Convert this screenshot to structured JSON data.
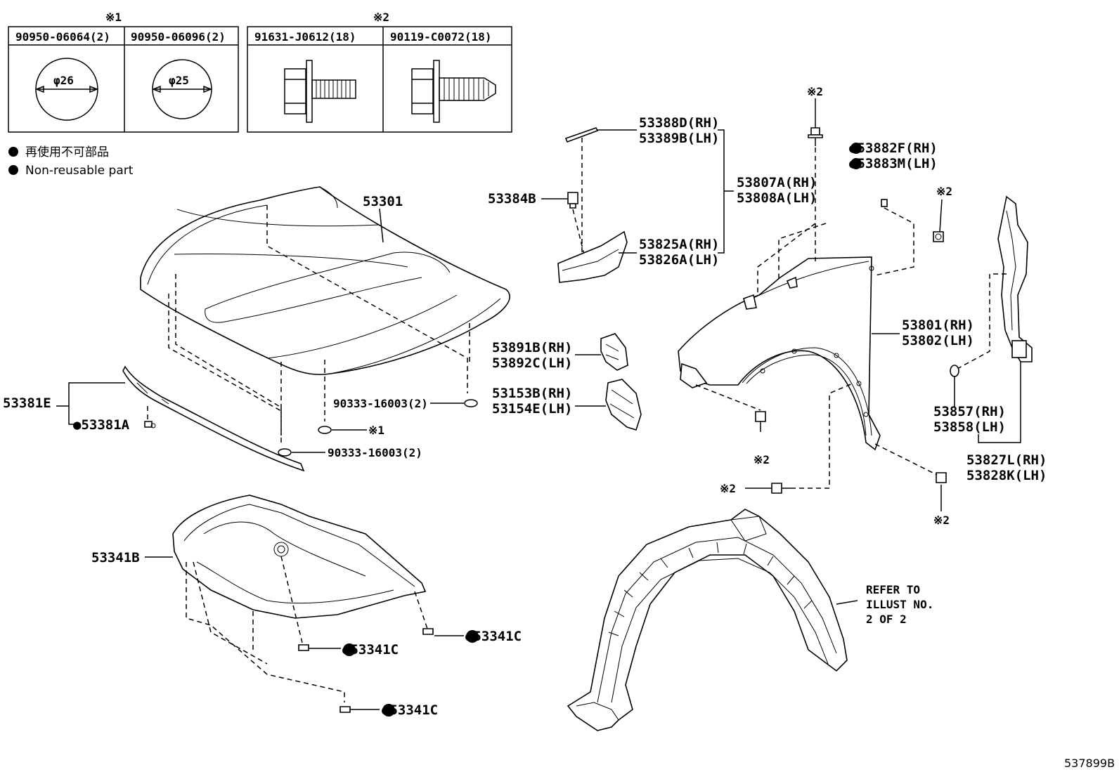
{
  "fastener_table": {
    "group1_mark": "※1",
    "group2_mark": "※2",
    "cols": [
      {
        "part": "90950-06064(2)",
        "dim": "φ26"
      },
      {
        "part": "90950-06096(2)",
        "dim": "φ25"
      },
      {
        "part": "91631-J0612(18)"
      },
      {
        "part": "90119-C0072(18)"
      }
    ]
  },
  "legend": {
    "jp": "再使用不可部品",
    "en": "Non-reusable part",
    "bullet": "●"
  },
  "labels": {
    "hood": "53301",
    "hood_seal": "53381E",
    "hood_seal_clip": "●53381A",
    "cushion_a": "90333-16003(2)",
    "cushion_mark": "※1",
    "cushion_b": "90333-16003(2)",
    "seal_upper_rh": "53388D(RH)",
    "seal_upper_lh": "53389B(LH)",
    "cushion_53384": "53384B",
    "fender_set_rh": "53807A(RH)",
    "fender_set_lh": "53808A(LH)",
    "bracket_rh": "53825A(RH)",
    "bracket_lh": "53826A(LH)",
    "seal_side_rh": "53891B(RH)",
    "seal_side_lh": "53892C(LH)",
    "pad_rh": "53153B(RH)",
    "pad_lh": "53154E(LH)",
    "fender_rh": "53801(RH)",
    "fender_lh": "53802(LH)",
    "clip_rh": "●53882F(RH)",
    "clip_lh": "●53883M(LH)",
    "seal_rear_rh": "53857(RH)",
    "seal_rear_lh": "53858(LH)",
    "protector_rh": "53827L(RH)",
    "protector_lh": "53828K(LH)",
    "mark2": "※2",
    "insulator": "53341B",
    "insulator_clip": "●53341C",
    "refer_1": "REFER TO",
    "refer_2": "ILLUST NO.",
    "refer_3": "2 OF 2",
    "illust_no": "537899B"
  }
}
